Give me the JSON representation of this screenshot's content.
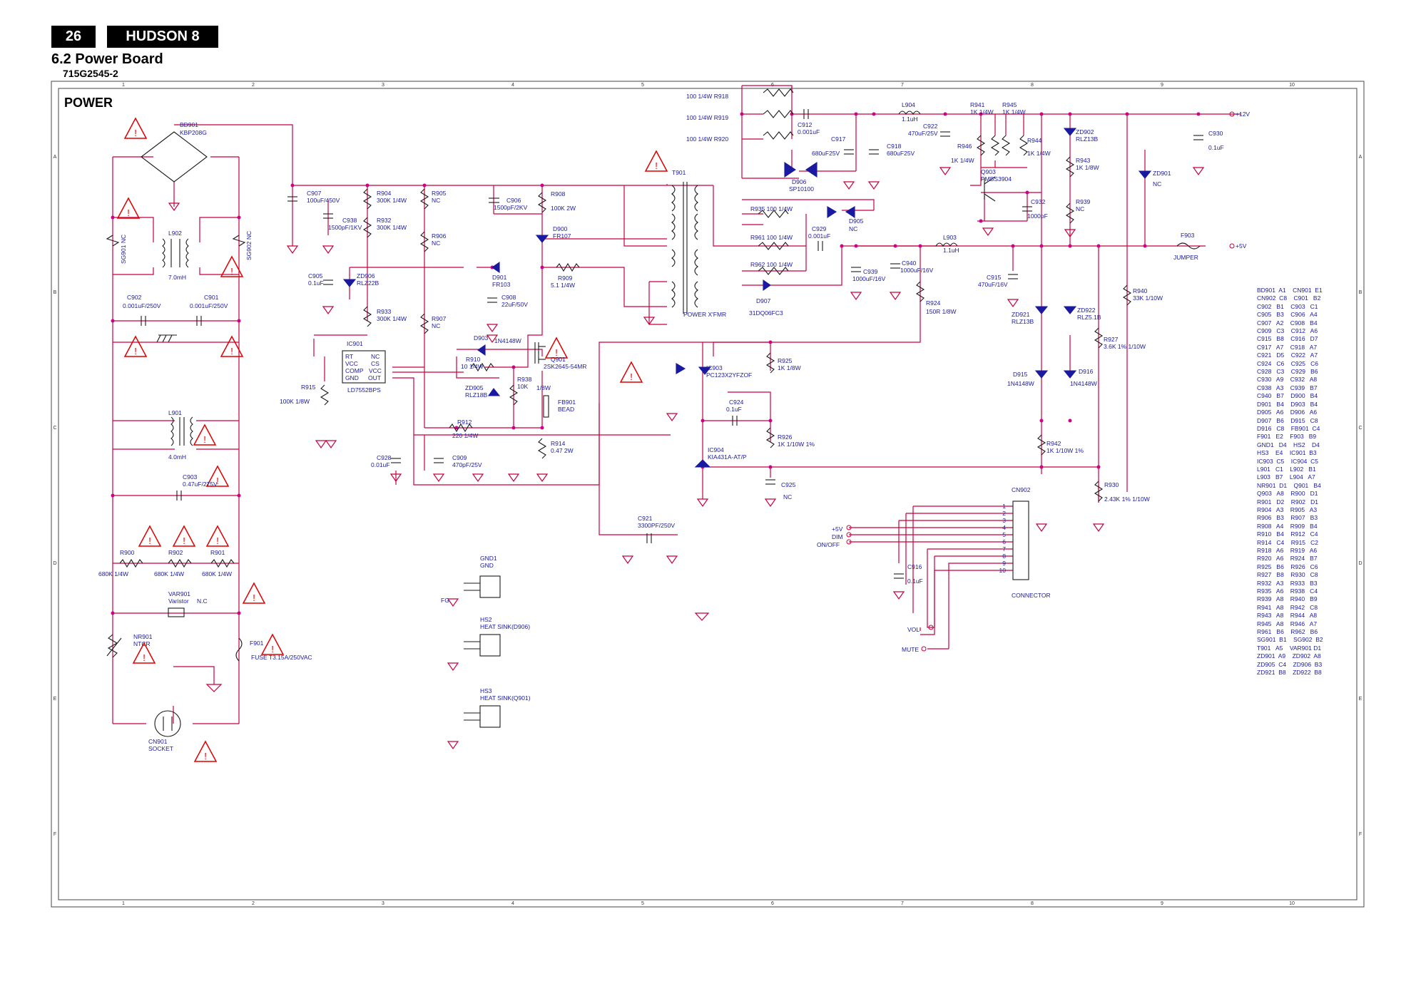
{
  "header": {
    "page_number": "26",
    "model": "HUDSON 8",
    "section": "6.2 Power Board",
    "part_number": "715G2545-2"
  },
  "schematic": {
    "title": "POWER",
    "col_labels": [
      "1",
      "2",
      "3",
      "4",
      "5",
      "6",
      "7",
      "8",
      "9",
      "10"
    ],
    "row_labels": [
      "A",
      "B",
      "C",
      "D",
      "E",
      "F"
    ],
    "components": [
      {
        "id": "bd901",
        "t": "BD901"
      },
      {
        "id": "bd901v",
        "t": "KBP208G"
      },
      {
        "id": "l902",
        "t": "L902"
      },
      {
        "id": "l902v",
        "t": "7.0mH"
      },
      {
        "id": "sg901",
        "t": "SG901  NC"
      },
      {
        "id": "sg902",
        "t": "SG902  NC"
      },
      {
        "id": "c902",
        "t": "C902"
      },
      {
        "id": "c902v",
        "t": "0.001uF/250V"
      },
      {
        "id": "c901",
        "t": "C901"
      },
      {
        "id": "c901v",
        "t": "0.001uF/250V"
      },
      {
        "id": "l901",
        "t": "L901"
      },
      {
        "id": "l901v",
        "t": "4.0mH"
      },
      {
        "id": "c903",
        "t": "C903"
      },
      {
        "id": "c903v",
        "t": "0.47uF/275V"
      },
      {
        "id": "r900",
        "t": "R900"
      },
      {
        "id": "r902",
        "t": "R902"
      },
      {
        "id": "r901",
        "t": "R901"
      },
      {
        "id": "r900v",
        "t": "680K   1/4W"
      },
      {
        "id": "r902v",
        "t": "680K   1/4W"
      },
      {
        "id": "r901v",
        "t": "680K   1/4W"
      },
      {
        "id": "var901",
        "t": "VAR901"
      },
      {
        "id": "var901v",
        "t": "Varistor"
      },
      {
        "id": "var901nc",
        "t": "N.C"
      },
      {
        "id": "nr901",
        "t": "NR901"
      },
      {
        "id": "nr901v",
        "t": "NTCR"
      },
      {
        "id": "f901",
        "t": "F901"
      },
      {
        "id": "f901v",
        "t": "FUSE T3.15A/250VAC"
      },
      {
        "id": "cn901",
        "t": "CN901"
      },
      {
        "id": "cn901v",
        "t": "SOCKET"
      },
      {
        "id": "c907",
        "t": "C907"
      },
      {
        "id": "c907v",
        "t": "100uF/450V"
      },
      {
        "id": "c938",
        "t": "C938"
      },
      {
        "id": "c938v",
        "t": "1500pF/1KV"
      },
      {
        "id": "r904",
        "t": "R904"
      },
      {
        "id": "r904v",
        "t": "300K    1/4W"
      },
      {
        "id": "r932",
        "t": "R932"
      },
      {
        "id": "r932v",
        "t": "300K    1/4W"
      },
      {
        "id": "r905",
        "t": "R905"
      },
      {
        "id": "r905v",
        "t": "NC"
      },
      {
        "id": "r906",
        "t": "R906"
      },
      {
        "id": "r906v",
        "t": "NC"
      },
      {
        "id": "c905",
        "t": "C905"
      },
      {
        "id": "c905v",
        "t": "0.1uF"
      },
      {
        "id": "zd906",
        "t": "ZD906"
      },
      {
        "id": "zd906v",
        "t": "RLZ22B"
      },
      {
        "id": "r933",
        "t": "R933"
      },
      {
        "id": "r933v",
        "t": "300K    1/4W"
      },
      {
        "id": "r907",
        "t": "R907"
      },
      {
        "id": "r907v",
        "t": "NC"
      },
      {
        "id": "ic901",
        "t": "IC901"
      },
      {
        "id": "ic901v",
        "t": "LD7552BPS"
      },
      {
        "id": "p_rt",
        "t": "RT"
      },
      {
        "id": "p_vcc",
        "t": "VCC"
      },
      {
        "id": "p_comp",
        "t": "COMP"
      },
      {
        "id": "p_gnd",
        "t": "GND"
      },
      {
        "id": "p_nc",
        "t": "NC"
      },
      {
        "id": "p_cs",
        "t": "CS"
      },
      {
        "id": "p_vcc2",
        "t": "VCC"
      },
      {
        "id": "p_out",
        "t": "OUT"
      },
      {
        "id": "r915",
        "t": "R915"
      },
      {
        "id": "r915v",
        "t": "100K  1/8W"
      },
      {
        "id": "c906",
        "t": "C906"
      },
      {
        "id": "c906v",
        "t": "1500pF/2KV"
      },
      {
        "id": "r908",
        "t": "R908"
      },
      {
        "id": "r908v",
        "t": "100K    2W"
      },
      {
        "id": "d900",
        "t": "D900"
      },
      {
        "id": "d900v",
        "t": "FR107"
      },
      {
        "id": "d901",
        "t": "D901"
      },
      {
        "id": "d901v",
        "t": "FR103"
      },
      {
        "id": "r909",
        "t": "R909"
      },
      {
        "id": "r909v",
        "t": "5.1    1/4W"
      },
      {
        "id": "c908",
        "t": "C908"
      },
      {
        "id": "c908v",
        "t": "22uF/50V"
      },
      {
        "id": "d903",
        "t": "D903"
      },
      {
        "id": "d903v",
        "t": "1N4148W"
      },
      {
        "id": "r910",
        "t": "R910"
      },
      {
        "id": "r910v",
        "t": "10    1/4W"
      },
      {
        "id": "q901",
        "t": "Q901"
      },
      {
        "id": "q901v",
        "t": "2SK2645-54MR"
      },
      {
        "id": "zd905",
        "t": "ZD905"
      },
      {
        "id": "zd905v",
        "t": "RLZ18B"
      },
      {
        "id": "r938",
        "t": "R938"
      },
      {
        "id": "r938v",
        "t": "10K"
      },
      {
        "id": "r938w",
        "t": "1/8W"
      },
      {
        "id": "fb901",
        "t": "FB901"
      },
      {
        "id": "fb901v",
        "t": "BEAD"
      },
      {
        "id": "r912",
        "t": "R912"
      },
      {
        "id": "r912v",
        "t": "220    1/4W"
      },
      {
        "id": "r914",
        "t": "R914"
      },
      {
        "id": "r914v",
        "t": "0.47    2W"
      },
      {
        "id": "c928",
        "t": "C928"
      },
      {
        "id": "c928v",
        "t": "0.01uF"
      },
      {
        "id": "c909",
        "t": "C909"
      },
      {
        "id": "c909v",
        "t": "470pF/25V"
      },
      {
        "id": "t901",
        "t": "T901"
      },
      {
        "id": "t901v",
        "t": "POWER X'FMR"
      },
      {
        "id": "r918",
        "t": "100   1/4W R918"
      },
      {
        "id": "r919",
        "t": "100   1/4W R919"
      },
      {
        "id": "r920",
        "t": "100   1/4W R920"
      },
      {
        "id": "c912",
        "t": "C912"
      },
      {
        "id": "c912v",
        "t": "0.001uF"
      },
      {
        "id": "d906",
        "t": "D906"
      },
      {
        "id": "d906v",
        "t": "SP10100"
      },
      {
        "id": "c917",
        "t": "C917"
      },
      {
        "id": "c917v",
        "t": "680uF25V"
      },
      {
        "id": "c918",
        "t": "C918"
      },
      {
        "id": "c918v",
        "t": "680uF25V"
      },
      {
        "id": "l904",
        "t": "L904"
      },
      {
        "id": "l904v",
        "t": "1.1uH"
      },
      {
        "id": "c922",
        "t": "C922"
      },
      {
        "id": "c922v",
        "t": "470uF/25V"
      },
      {
        "id": "r941",
        "t": "R941"
      },
      {
        "id": "r941v",
        "t": "1K 1/4W"
      },
      {
        "id": "r945",
        "t": "R945"
      },
      {
        "id": "r945v",
        "t": "1K 1/4W"
      },
      {
        "id": "r946",
        "t": "R946"
      },
      {
        "id": "r946v",
        "t": "1K 1/4W"
      },
      {
        "id": "r944",
        "t": "R944"
      },
      {
        "id": "r944v",
        "t": "1K 1/4W"
      },
      {
        "id": "q903",
        "t": "Q903"
      },
      {
        "id": "q903v",
        "t": "PMBS3904"
      },
      {
        "id": "zd902",
        "t": "ZD902"
      },
      {
        "id": "zd902v",
        "t": "RLZ13B"
      },
      {
        "id": "r943",
        "t": "R943"
      },
      {
        "id": "r943v",
        "t": "1K 1/8W"
      },
      {
        "id": "c932",
        "t": "C932"
      },
      {
        "id": "c932v",
        "t": "1000pF"
      },
      {
        "id": "r939",
        "t": "R939"
      },
      {
        "id": "r939v",
        "t": "NC"
      },
      {
        "id": "c930",
        "t": "C930"
      },
      {
        "id": "c930v",
        "t": "0.1uF"
      },
      {
        "id": "zd901",
        "t": "ZD901"
      },
      {
        "id": "zd901v",
        "t": "NC"
      },
      {
        "id": "v12",
        "t": "+12V"
      },
      {
        "id": "v5",
        "t": "+5V"
      },
      {
        "id": "r935",
        "t": "R935    100    1/4W"
      },
      {
        "id": "r961",
        "t": "R961    100    1/4W"
      },
      {
        "id": "r962",
        "t": "R962    100    1/4W"
      },
      {
        "id": "d905",
        "t": "D905"
      },
      {
        "id": "d905v",
        "t": "NC"
      },
      {
        "id": "c929",
        "t": "C929"
      },
      {
        "id": "c929v",
        "t": "0.001uF"
      },
      {
        "id": "d907",
        "t": "D907"
      },
      {
        "id": "d907v",
        "t": "31DQ06FC3"
      },
      {
        "id": "c939",
        "t": "C939"
      },
      {
        "id": "c939v",
        "t": "1000uF/16V"
      },
      {
        "id": "c940",
        "t": "C940"
      },
      {
        "id": "c940v",
        "t": "1000uF/16V"
      },
      {
        "id": "l903",
        "t": "L903"
      },
      {
        "id": "l903v",
        "t": "1.1uH"
      },
      {
        "id": "f903",
        "t": "F903"
      },
      {
        "id": "f903v",
        "t": "JUMPER"
      },
      {
        "id": "c915",
        "t": "C915"
      },
      {
        "id": "c915v",
        "t": "470uF/16V"
      },
      {
        "id": "r924",
        "t": "R924"
      },
      {
        "id": "r924v",
        "t": "150R 1/8W"
      },
      {
        "id": "zd921",
        "t": "ZD921"
      },
      {
        "id": "zd921v",
        "t": "RLZ13B"
      },
      {
        "id": "zd922",
        "t": "ZD922"
      },
      {
        "id": "zd922v",
        "t": "RLZ5.1B"
      },
      {
        "id": "r940",
        "t": "R940"
      },
      {
        "id": "r940v",
        "t": "33K 1/10W"
      },
      {
        "id": "r927",
        "t": "R927"
      },
      {
        "id": "r927v",
        "t": "3.6K     1% 1/10W"
      },
      {
        "id": "d915",
        "t": "D915"
      },
      {
        "id": "d915v",
        "t": "1N4148W"
      },
      {
        "id": "d916",
        "t": "D916"
      },
      {
        "id": "d916v",
        "t": "1N4148W"
      },
      {
        "id": "ic903",
        "t": "IC903"
      },
      {
        "id": "ic903v",
        "t": "PC123X2YFZOF"
      },
      {
        "id": "r925",
        "t": "R925"
      },
      {
        "id": "r925v",
        "t": "1K 1/8W"
      },
      {
        "id": "c924",
        "t": "C924"
      },
      {
        "id": "c924v",
        "t": "0.1uF"
      },
      {
        "id": "r926",
        "t": "R926"
      },
      {
        "id": "r926v",
        "t": "1K 1/10W 1%"
      },
      {
        "id": "ic904",
        "t": "IC904"
      },
      {
        "id": "ic904v",
        "t": "KIA431A-AT/P"
      },
      {
        "id": "c925",
        "t": "C925"
      },
      {
        "id": "c925v",
        "t": "NC"
      },
      {
        "id": "r942",
        "t": "R942"
      },
      {
        "id": "r942v",
        "t": "1K 1/10W 1%"
      },
      {
        "id": "r930",
        "t": "R930"
      },
      {
        "id": "r930v",
        "t": "2.43K     1% 1/10W"
      },
      {
        "id": "c921",
        "t": "C921"
      },
      {
        "id": "c921v",
        "t": "3300PF/250V"
      },
      {
        "id": "gnd1",
        "t": "GND1"
      },
      {
        "id": "gnd1v",
        "t": "GND"
      },
      {
        "id": "fg",
        "t": "FG"
      },
      {
        "id": "hs2",
        "t": "HS2"
      },
      {
        "id": "hs2v",
        "t": "HEAT SINK(D906)"
      },
      {
        "id": "hs3",
        "t": "HS3"
      },
      {
        "id": "hs3v",
        "t": "HEAT SINK(Q901)"
      },
      {
        "id": "cn902",
        "t": "CN902"
      },
      {
        "id": "cn902v",
        "t": "CONNECTOR"
      },
      {
        "id": "c916",
        "t": "C916"
      },
      {
        "id": "c916v",
        "t": "0.1uF"
      },
      {
        "id": "n5v",
        "t": "+5V"
      },
      {
        "id": "ndim",
        "t": "DIM"
      },
      {
        "id": "nonoff",
        "t": "ON/OFF"
      },
      {
        "id": "nvol",
        "t": "VOL"
      },
      {
        "id": "nmute",
        "t": "MUTE"
      }
    ],
    "cn902_pins": [
      "1",
      "2",
      "3",
      "4",
      "5",
      "6",
      "7",
      "8",
      "9",
      "10"
    ]
  },
  "reference_list": [
    "BD901  A1    CN901  E1",
    "CN902  C8    C901   B2",
    "C902   B1    C903   C1",
    "C905   B3    C906   A4",
    "C907   A2    C908   B4",
    "C909   C3    C912   A6",
    "C915   B8    C916   D7",
    "C917   A7    C918   A7",
    "C921   D5    C922   A7",
    "C924   C6    C925   C6",
    "C928   C3    C929   B6",
    "C930   A9    C932   A8",
    "C938   A3    C939   B7",
    "C940   B7    D900   B4",
    "D901   B4    D903   B4",
    "D905   A6    D906   A6",
    "D907   B6    D915   C8",
    "D916   C8    FB901  C4",
    "F901   E2    F903   B9",
    "GND1   D4    HS2    D4",
    "HS3    E4    IC901  B3",
    "IC903  C5    IC904  C5",
    "L901   C1    L902   B1",
    "L903   B7    L904   A7",
    "NR901  D1    Q901   B4",
    "Q903   A8    R900   D1",
    "R901   D2    R902   D1",
    "R904   A3    R905   A3",
    "R906   B3    R907   B3",
    "R908   A4    R909   B4",
    "R910   B4    R912   C4",
    "R914   C4    R915   C2",
    "R918   A6    R919   A6",
    "R920   A6    R924   B7",
    "R925   B6    R926   C6",
    "R927   B8    R930   C8",
    "R932   A3    R933   B3",
    "R935   A6    R938   C4",
    "R939   A8    R940   B9",
    "R941   A8    R942   C8",
    "R943   A8    R944   A8",
    "R945   A8    R946   A7",
    "R961   B6    R962   B6",
    "SG901  B1    SG902  B2",
    "T901   A5    VAR901 D1",
    "ZD901  A9    ZD902  A8",
    "ZD905  C4    ZD906  B3",
    "ZD921  B8    ZD922  B8"
  ],
  "colors": {
    "wire": "#c8003c",
    "label": "#1a1aa0",
    "junction": "#d0008a",
    "warning": "#e00000"
  }
}
